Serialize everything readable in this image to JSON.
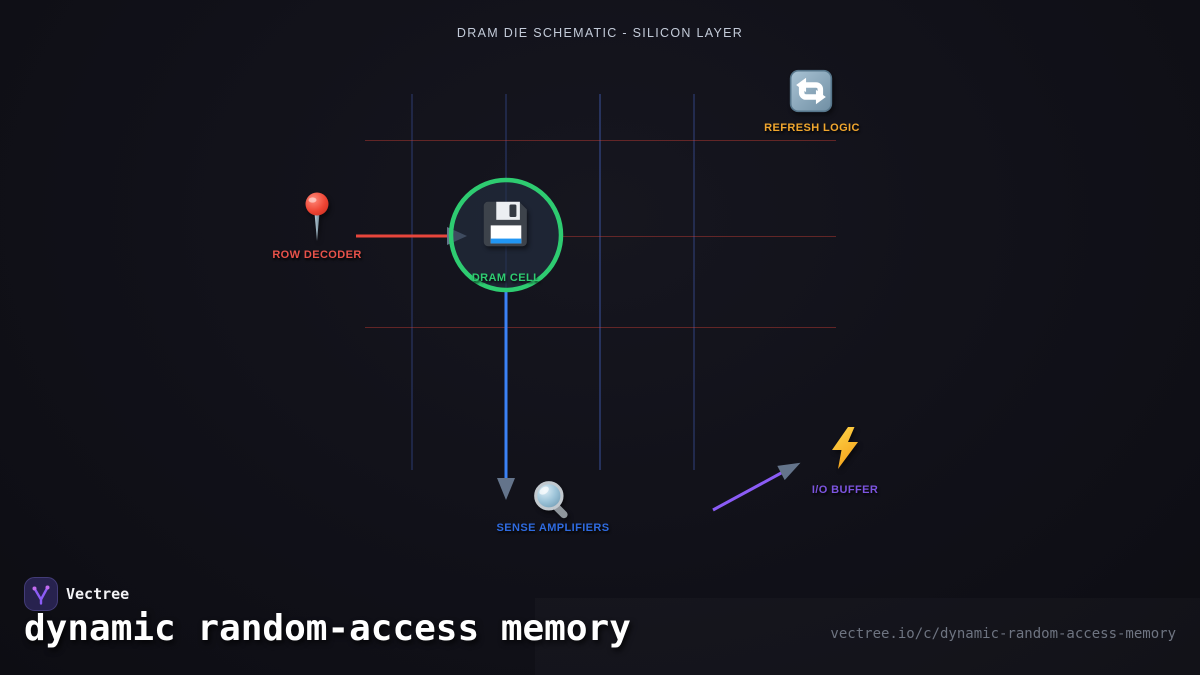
{
  "scene": {
    "title": "DRAM DIE SCHEMATIC - SILICON LAYER",
    "nodes": [
      {
        "id": "refresh-logic",
        "label": "REFRESH LOGIC",
        "icon": "refresh-icon",
        "accent": "#f0a62e"
      },
      {
        "id": "row-decoder",
        "label": "ROW DECODER",
        "icon": "pushpin-icon",
        "accent": "#e8524a"
      },
      {
        "id": "dram-cell",
        "label": "DRAM CELL",
        "icon": "floppy-disk-icon",
        "accent": "#2ecc71",
        "highlight_ring": true
      },
      {
        "id": "sense-amplifiers",
        "label": "SENSE AMPLIFIERS",
        "icon": "magnifying-glass-icon",
        "accent": "#2f6be0"
      },
      {
        "id": "io-buffer",
        "label": "I/O BUFFER",
        "icon": "lightning-bolt-icon",
        "accent": "#7d55e0"
      }
    ],
    "grid": {
      "vertical_line_color": "#4c6edb",
      "horizontal_line_color": "#d94038"
    },
    "arrows": {
      "row_arrow_color": "#e8463c",
      "bitline_arrow_color": "#3b82f6",
      "io_arrow_color": "#8b5cf6",
      "arrowhead_color": "#64748b"
    }
  },
  "footer": {
    "brand": "Vectree",
    "heading": "dynamic random-access memory",
    "url": "vectree.io/c/dynamic-random-access-memory"
  }
}
